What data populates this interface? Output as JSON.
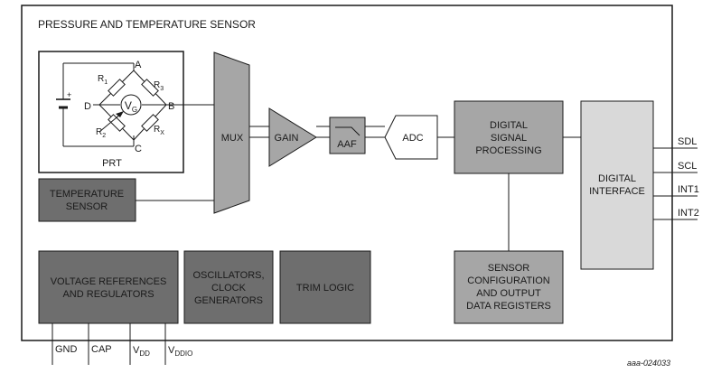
{
  "title": "PRESSURE AND TEMPERATURE SENSOR",
  "bridge": {
    "label": "PRT",
    "node_a": "A",
    "node_b": "B",
    "node_c": "C",
    "node_d": "D",
    "r1_base": "R",
    "r1_sub": "1",
    "r2_base": "R",
    "r2_sub": "2",
    "r3_base": "R",
    "r3_sub": "3",
    "rx_base": "R",
    "rx_sub": "X",
    "vg_base": "V",
    "vg_sub": "G",
    "battery_plus": "+"
  },
  "blocks": {
    "temperature_sensor": [
      "TEMPERATURE",
      "SENSOR"
    ],
    "mux": "MUX",
    "gain": "GAIN",
    "aaf": "AAF",
    "adc": "ADC",
    "dsp": [
      "DIGITAL",
      "SIGNAL",
      "PROCESSING"
    ],
    "digital_interface": [
      "DIGITAL",
      "INTERFACE"
    ],
    "registers": [
      "SENSOR",
      "CONFIGURATION",
      "AND OUTPUT",
      "DATA REGISTERS"
    ],
    "voltage_ref": [
      "VOLTAGE REFERENCES",
      "AND REGULATORS"
    ],
    "oscillators": [
      "OSCILLATORS,",
      "CLOCK",
      "GENERATORS"
    ],
    "trim_logic": "TRIM LOGIC"
  },
  "pins_right": [
    "SDL",
    "SCL",
    "INT1",
    "INT2"
  ],
  "pins_bottom": {
    "gnd": "GND",
    "cap": "CAP",
    "vdd_base": "V",
    "vdd_sub": "DD",
    "vddio_base": "V",
    "vddio_sub": "DDIO"
  },
  "figure_id": "aaa-024033",
  "colors": {
    "dark_block": "#6e6e6e",
    "mid_block": "#a6a6a6",
    "light_block": "#d9d9d9",
    "stroke": "#1a1a1a"
  }
}
